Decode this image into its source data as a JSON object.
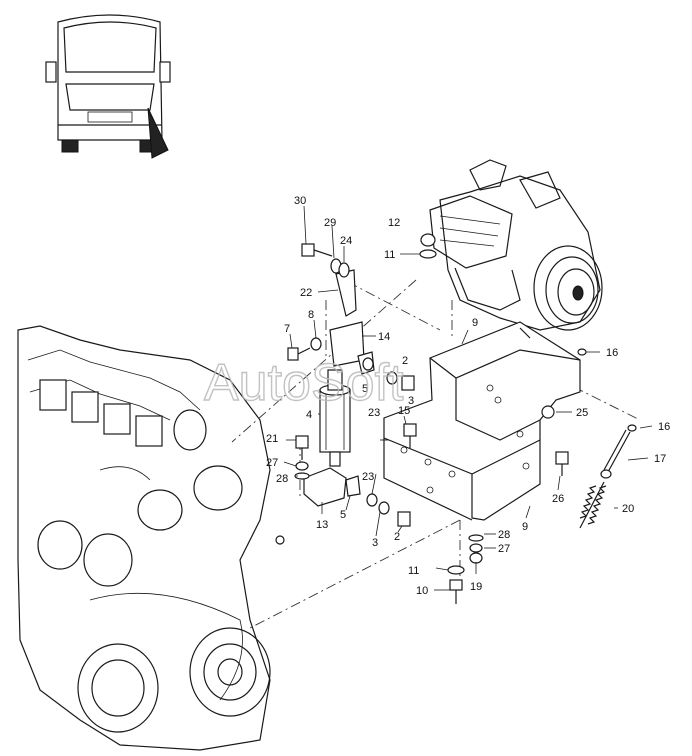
{
  "watermark": "AutoSoft",
  "callouts": [
    "30",
    "29",
    "24",
    "22",
    "12",
    "11",
    "7",
    "8",
    "14",
    "16",
    "9",
    "5",
    "2",
    "3",
    "4",
    "23",
    "15",
    "25",
    "21",
    "27",
    "28",
    "13",
    "26",
    "17",
    "20",
    "10",
    "19"
  ]
}
